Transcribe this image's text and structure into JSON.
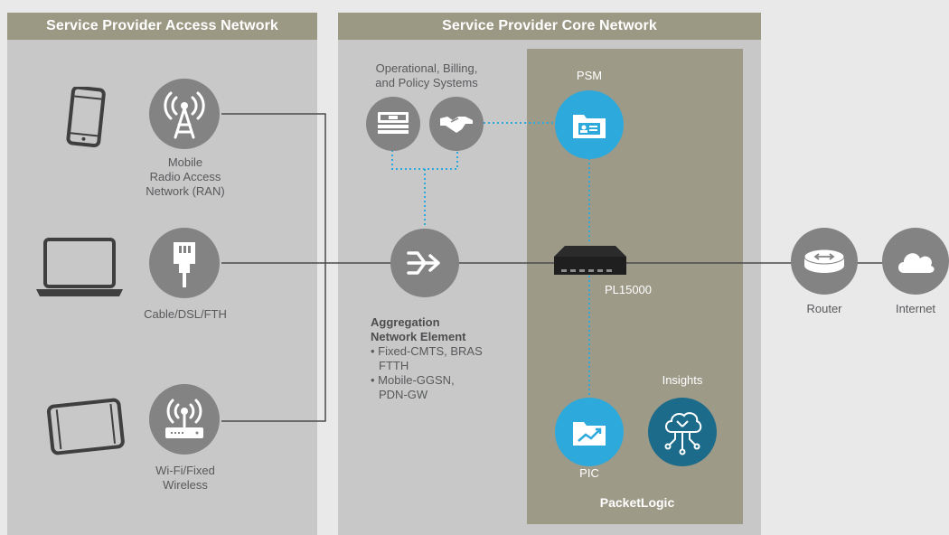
{
  "headers": {
    "access": "Service Provider Access Network",
    "core": "Service Provider Core Network"
  },
  "access": {
    "ran_label_1": "Mobile",
    "ran_label_2": "Radio Access",
    "ran_label_3": "Network (RAN)",
    "cable_label": "Cable/DSL/FTH",
    "wifi_label_1": "Wi-Fi/Fixed",
    "wifi_label_2": "Wireless"
  },
  "core": {
    "ops_label_1": "Operational, Billing,",
    "ops_label_2": "and Policy Systems",
    "agg_title_1": "Aggregation",
    "agg_title_2": "Network Element",
    "agg_items": [
      "• Fixed-CMTS, BRAS",
      "FTTH",
      "• Mobile-GGSN,",
      "PDN-GW"
    ]
  },
  "packetlogic": {
    "psm": "PSM",
    "pl15000": "PL15000",
    "insights": "Insights",
    "pic": "PIC",
    "name": "PacketLogic"
  },
  "external": {
    "router": "Router",
    "internet": "Internet"
  },
  "colors": {
    "header": "#9b9884",
    "panel": "#c8c8c8",
    "packetlogic_panel": "#9d9a88",
    "node_gray": "#838383",
    "node_blue": "#2ea9dc",
    "node_teal": "#1c6b8a",
    "background": "#e9e9ea"
  }
}
